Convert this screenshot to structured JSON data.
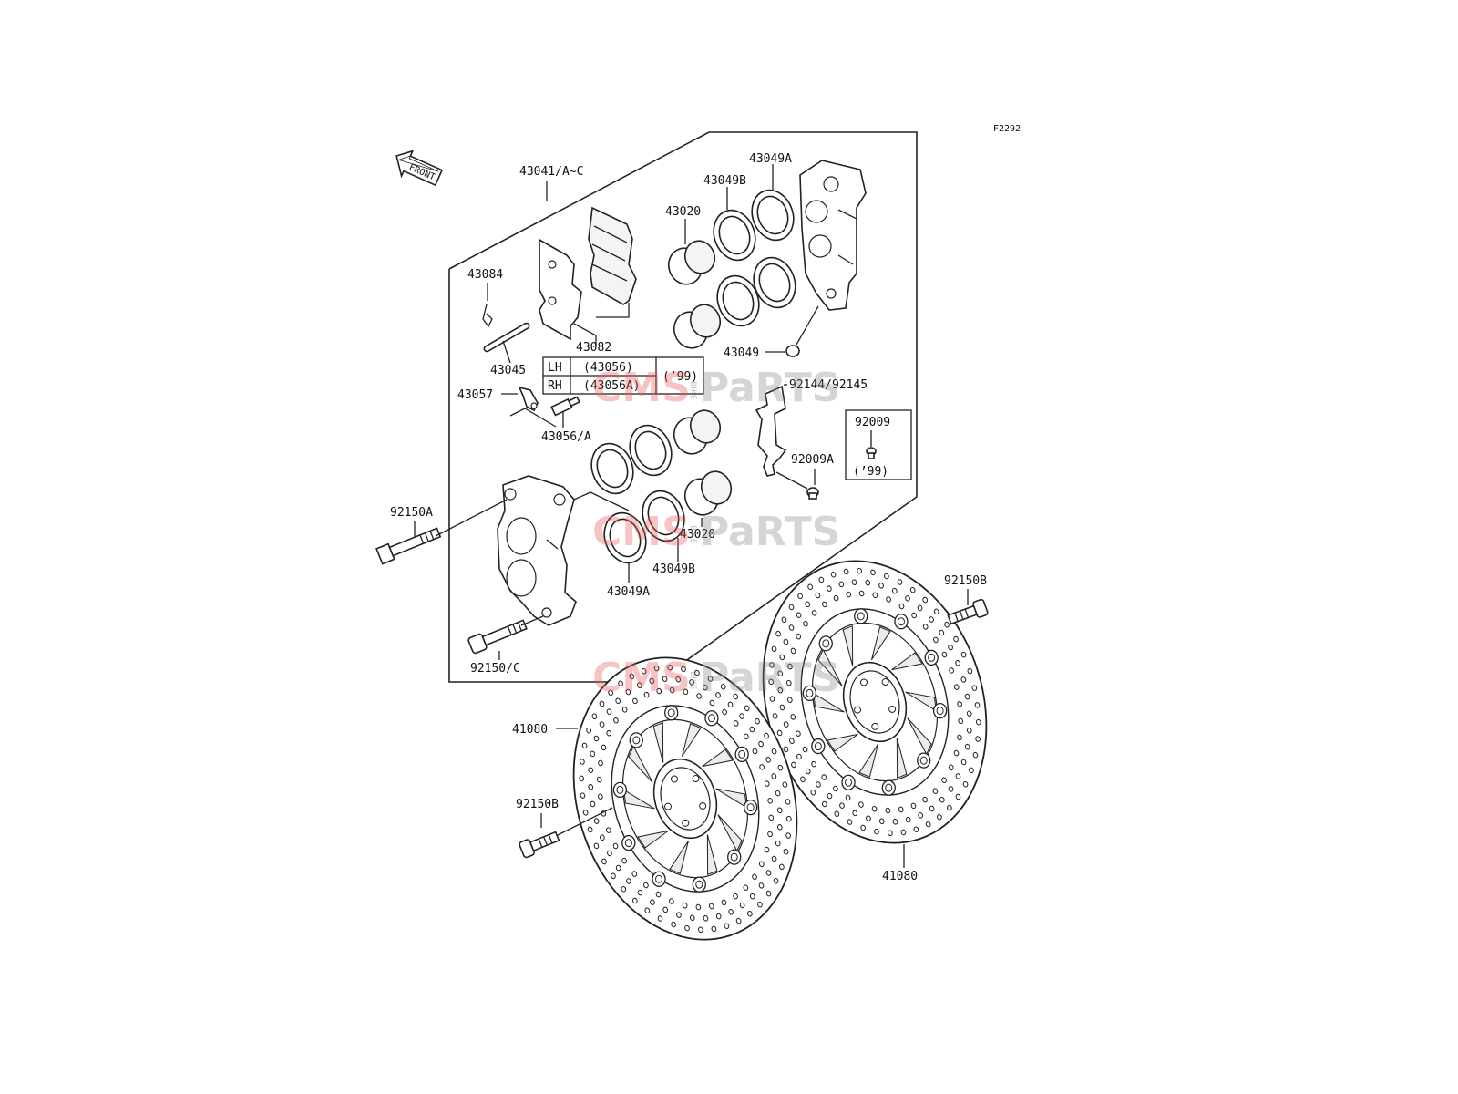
{
  "figure_code": "F2292",
  "front_label": "FRONT",
  "labels": {
    "caliper_assembly": "43041/A~C",
    "pad_pin_clip": "43084",
    "pad_pin": "43045",
    "pads": "43082",
    "piston_upper": "43020",
    "seal_b_upper": "43049B",
    "seal_a_upper": "43049A",
    "bleed_cap": "43049",
    "bracket": "92144/92145",
    "pad_spring": "43057",
    "bleeder": "43056/A",
    "bolt_box_code": "92009",
    "bolt_box_year": "(’99)",
    "bolt_small": "92009A",
    "caliper_bolt_a": "92150A",
    "piston_lower": "43020",
    "seal_b_lower": "43049B",
    "seal_a_lower": "43049A",
    "caliper_bolt_c": "92150/C",
    "disc_bolt_right": "92150B",
    "disc_bolt_left": "92150B",
    "disc_left": "41080",
    "disc_right": "41080"
  },
  "variant_table": {
    "rows": [
      {
        "side": "LH",
        "part": "(43056)"
      },
      {
        "side": "RH",
        "part": "(43056A)"
      }
    ],
    "year": "(’99)"
  },
  "watermark": {
    "brand_a": "CMS",
    "brand_b": "PaRTS",
    "brand_c": "BIKE"
  }
}
